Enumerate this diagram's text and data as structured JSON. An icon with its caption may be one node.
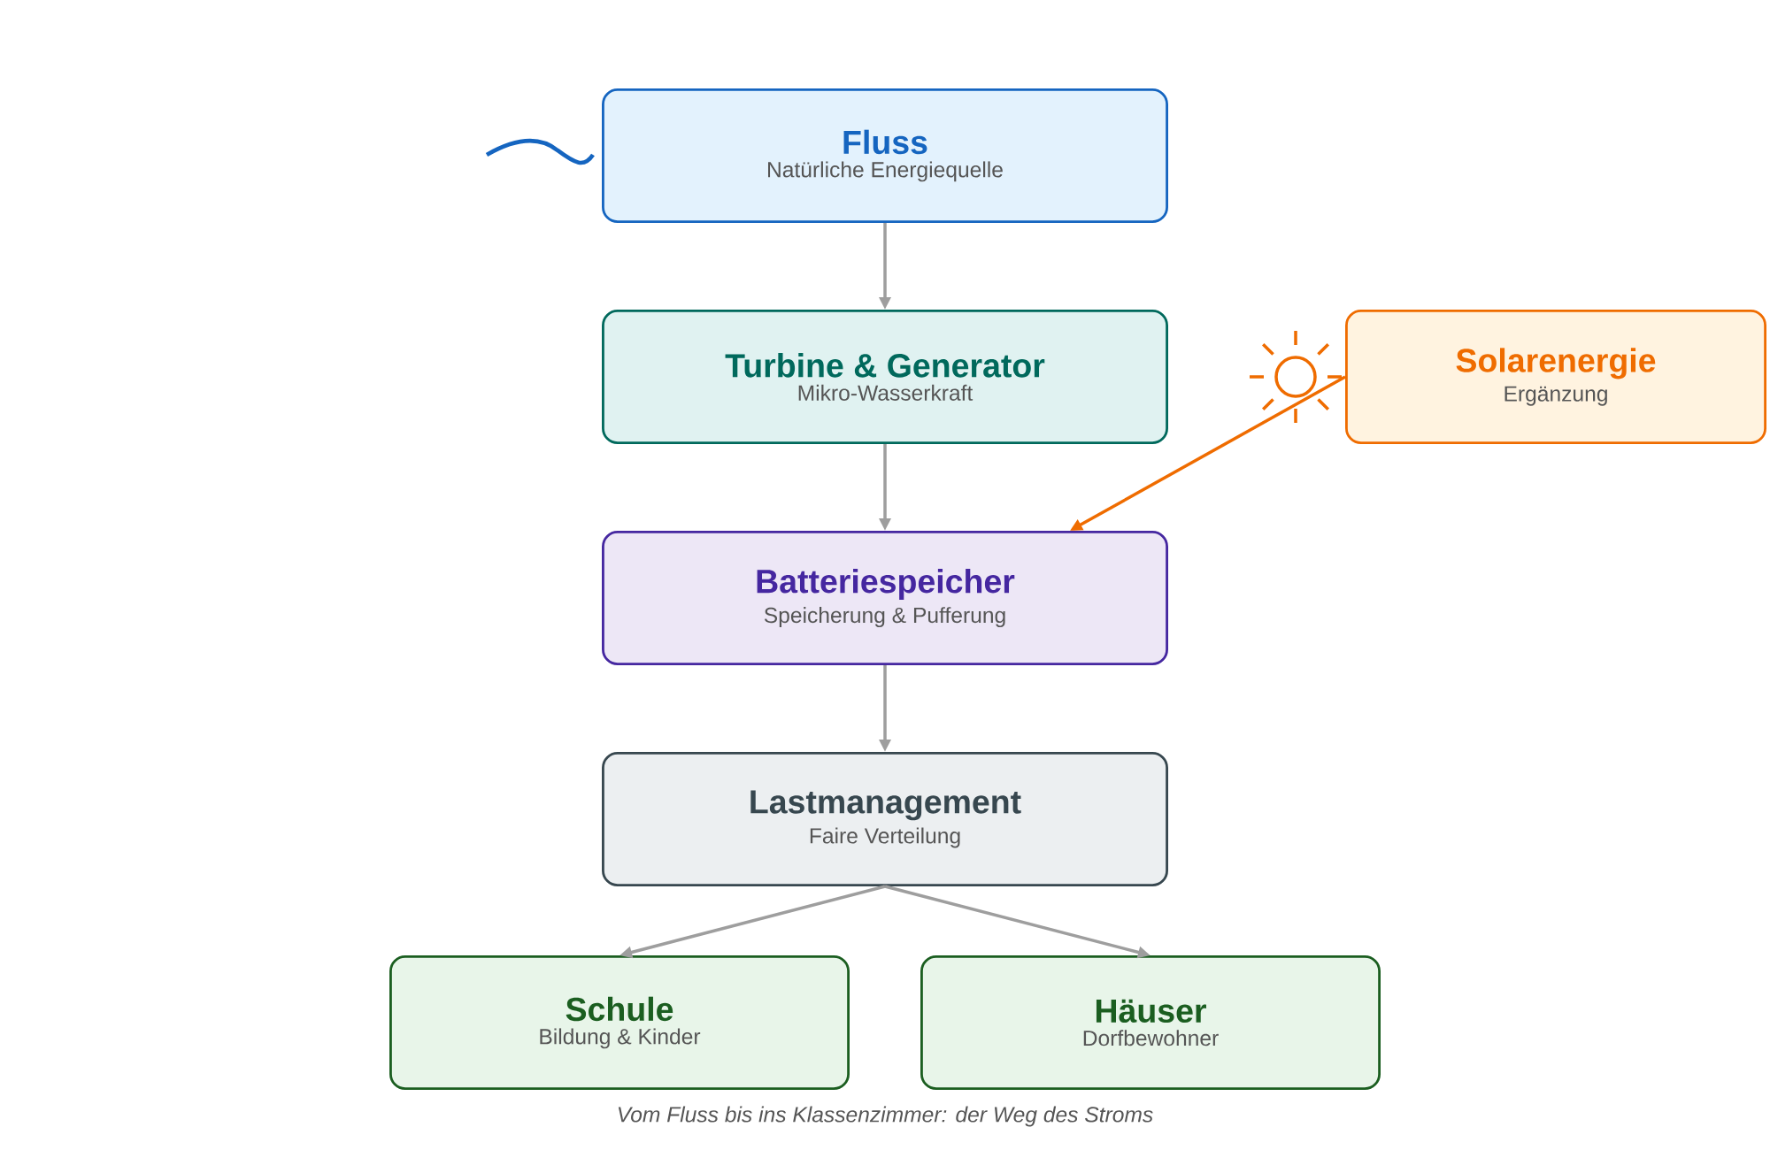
{
  "diagram": {
    "caption": "Vom Fluss bis ins Klassenzimmer: der Weg des Stroms",
    "nodes": [
      {
        "text": [
          "Fluss",
          "Natürliche Energiequelle"
        ]
      },
      {
        "text": [
          "Turbine & Generator",
          "Mikro-Wasserkraft"
        ]
      },
      {
        "text": [
          "Batteriespeicher",
          "Speicherung & Pufferung"
        ]
      },
      {
        "text": [
          "Lastmanagement",
          "Faire Verteilung"
        ]
      },
      {
        "text": [
          "Schule",
          "Bildung & Kinder"
        ]
      },
      {
        "text": [
          "Häuser",
          "Dorfbewohner"
        ]
      },
      {
        "text": [
          "Solarenergie",
          "Ergänzung"
        ]
      }
    ],
    "edges": [
      {
        "from": 0,
        "to": 1,
        "arrow": "to"
      },
      {
        "from": 1,
        "to": 2,
        "arrow": "to"
      },
      {
        "from": 2,
        "to": 3,
        "arrow": "to"
      },
      {
        "from": 3,
        "to": 4,
        "arrow": "to"
      },
      {
        "from": 3,
        "to": 5,
        "arrow": "to"
      },
      {
        "from": 6,
        "to": 2,
        "arrow": "to",
        "color": "#ef6c00"
      }
    ]
  }
}
